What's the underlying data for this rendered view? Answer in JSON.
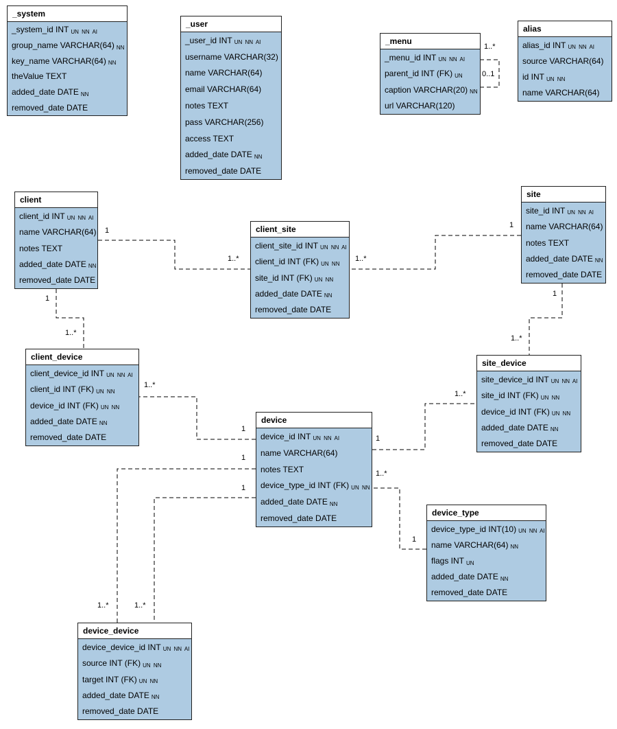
{
  "diagram": {
    "type": "entity-relationship-diagram",
    "colors": {
      "table_body": "#aecbe2",
      "table_header": "#ffffff",
      "border": "#1f1f1f",
      "relationship_line": "#000000",
      "text": "#000000"
    }
  },
  "tables": [
    {
      "name": "_system",
      "columns": [
        {
          "text": "_system_id INT",
          "flags": "UN NN AI"
        },
        {
          "text": "group_name VARCHAR(64)",
          "flags": "NN"
        },
        {
          "text": "key_name VARCHAR(64)",
          "flags": "NN"
        },
        {
          "text": "theValue TEXT",
          "flags": ""
        },
        {
          "text": "added_date DATE",
          "flags": "NN"
        },
        {
          "text": "removed_date DATE",
          "flags": ""
        }
      ]
    },
    {
      "name": "_user",
      "columns": [
        {
          "text": "_user_id INT",
          "flags": "UN NN AI"
        },
        {
          "text": "username VARCHAR(32)",
          "flags": ""
        },
        {
          "text": "name VARCHAR(64)",
          "flags": ""
        },
        {
          "text": "email VARCHAR(64)",
          "flags": ""
        },
        {
          "text": "notes TEXT",
          "flags": ""
        },
        {
          "text": "pass VARCHAR(256)",
          "flags": ""
        },
        {
          "text": "access TEXT",
          "flags": ""
        },
        {
          "text": "added_date DATE",
          "flags": "NN"
        },
        {
          "text": "removed_date DATE",
          "flags": ""
        }
      ]
    },
    {
      "name": "_menu",
      "columns": [
        {
          "text": "_menu_id INT",
          "flags": "UN NN AI"
        },
        {
          "text": "parent_id INT (FK)",
          "flags": "UN"
        },
        {
          "text": "caption VARCHAR(20)",
          "flags": "NN"
        },
        {
          "text": "url VARCHAR(120)",
          "flags": ""
        }
      ]
    },
    {
      "name": "alias",
      "columns": [
        {
          "text": "alias_id INT",
          "flags": "UN NN AI"
        },
        {
          "text": "source VARCHAR(64)",
          "flags": ""
        },
        {
          "text": "id INT",
          "flags": "UN NN"
        },
        {
          "text": "name VARCHAR(64)",
          "flags": ""
        }
      ]
    },
    {
      "name": "client",
      "columns": [
        {
          "text": "client_id INT",
          "flags": "UN NN AI"
        },
        {
          "text": "name VARCHAR(64)",
          "flags": ""
        },
        {
          "text": "notes TEXT",
          "flags": ""
        },
        {
          "text": "added_date DATE",
          "flags": "NN"
        },
        {
          "text": "removed_date DATE",
          "flags": ""
        }
      ]
    },
    {
      "name": "client_site",
      "columns": [
        {
          "text": "client_site_id INT",
          "flags": "UN NN AI"
        },
        {
          "text": "client_id INT (FK)",
          "flags": "UN NN"
        },
        {
          "text": "site_id INT (FK)",
          "flags": "UN NN"
        },
        {
          "text": "added_date DATE",
          "flags": "NN"
        },
        {
          "text": "removed_date DATE",
          "flags": ""
        }
      ]
    },
    {
      "name": "site",
      "columns": [
        {
          "text": "site_id INT",
          "flags": "UN NN AI"
        },
        {
          "text": "name VARCHAR(64)",
          "flags": ""
        },
        {
          "text": "notes TEXT",
          "flags": ""
        },
        {
          "text": "added_date DATE",
          "flags": "NN"
        },
        {
          "text": "removed_date DATE",
          "flags": ""
        }
      ]
    },
    {
      "name": "client_device",
      "columns": [
        {
          "text": "client_device_id INT",
          "flags": "UN NN AI"
        },
        {
          "text": "client_id INT (FK)",
          "flags": "UN NN"
        },
        {
          "text": "device_id INT (FK)",
          "flags": "UN NN"
        },
        {
          "text": "added_date DATE",
          "flags": "NN"
        },
        {
          "text": "removed_date DATE",
          "flags": ""
        }
      ]
    },
    {
      "name": "site_device",
      "columns": [
        {
          "text": "site_device_id INT",
          "flags": "UN NN AI"
        },
        {
          "text": "site_id INT (FK)",
          "flags": "UN NN"
        },
        {
          "text": "device_id INT (FK)",
          "flags": "UN NN"
        },
        {
          "text": "added_date DATE",
          "flags": "NN"
        },
        {
          "text": "removed_date DATE",
          "flags": ""
        }
      ]
    },
    {
      "name": "device",
      "columns": [
        {
          "text": "device_id INT",
          "flags": "UN NN AI"
        },
        {
          "text": "name VARCHAR(64)",
          "flags": ""
        },
        {
          "text": "notes TEXT",
          "flags": ""
        },
        {
          "text": "device_type_id INT (FK)",
          "flags": "UN NN"
        },
        {
          "text": "added_date DATE",
          "flags": "NN"
        },
        {
          "text": "removed_date DATE",
          "flags": ""
        }
      ]
    },
    {
      "name": "device_type",
      "columns": [
        {
          "text": "device_type_id INT(10)",
          "flags": "UN NN AI"
        },
        {
          "text": "name VARCHAR(64)",
          "flags": "NN"
        },
        {
          "text": "flags INT",
          "flags": "UN"
        },
        {
          "text": "added_date DATE",
          "flags": "NN"
        },
        {
          "text": "removed_date DATE",
          "flags": ""
        }
      ]
    },
    {
      "name": "device_device",
      "columns": [
        {
          "text": "device_device_id INT",
          "flags": "UN NN AI"
        },
        {
          "text": "source INT (FK)",
          "flags": "UN NN"
        },
        {
          "text": "target INT (FK)",
          "flags": "UN NN"
        },
        {
          "text": "added_date DATE",
          "flags": "NN"
        },
        {
          "text": "removed_date DATE",
          "flags": ""
        }
      ]
    }
  ],
  "relationships": [
    {
      "from_table": "client",
      "to_table": "client_site",
      "from_card": "1",
      "to_card": "1..*"
    },
    {
      "from_table": "site",
      "to_table": "client_site",
      "from_card": "1",
      "to_card": "1..*"
    },
    {
      "from_table": "client",
      "to_table": "client_device",
      "from_card": "1",
      "to_card": "1..*"
    },
    {
      "from_table": "site",
      "to_table": "site_device",
      "from_card": "1",
      "to_card": "1..*"
    },
    {
      "from_table": "device",
      "to_table": "client_device",
      "from_card": "1",
      "to_card": "1..*"
    },
    {
      "from_table": "device",
      "to_table": "site_device",
      "from_card": "1",
      "to_card": "1..*"
    },
    {
      "from_table": "device_type",
      "to_table": "device",
      "from_card": "1",
      "to_card": "1..*"
    },
    {
      "from_table": "device",
      "to_table": "device_device",
      "from_card": "1",
      "to_card": "1..*"
    },
    {
      "from_table": "device",
      "to_table": "device_device",
      "from_card": "1",
      "to_card": "1..*"
    },
    {
      "from_table": "_menu",
      "to_table": "_menu",
      "from_card": "1..*",
      "to_card": "0..1"
    }
  ]
}
